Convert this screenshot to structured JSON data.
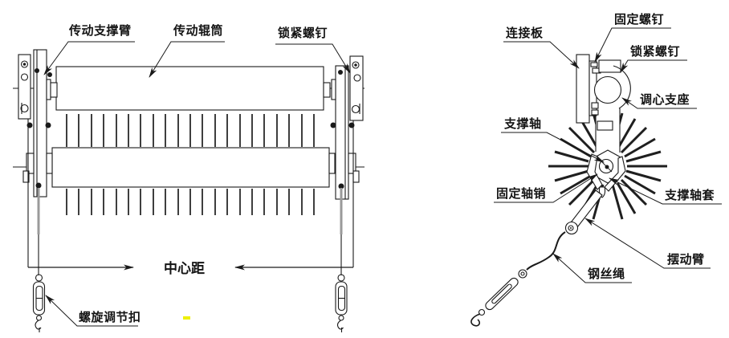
{
  "figure": {
    "type": "mechanical-assembly-diagram",
    "colors": {
      "line": "#1a1a1a",
      "background": "#ffffff",
      "bristle": "#2a2a2a",
      "rod_gray": "#9a9a9a",
      "artifact_yellow": "#eef000"
    }
  },
  "left_view": {
    "labels": {
      "drive_support_arm": "传动支撑臂",
      "drive_roller": "传动辊筒",
      "lock_screw": "锁紧螺钉",
      "center_distance": "中心距",
      "spiral_adjuster": "螺旋调节扣"
    }
  },
  "right_view": {
    "labels": {
      "connection_plate": "连接板",
      "fixing_screw": "固定螺钉",
      "lock_screw": "锁紧螺钉",
      "self_aligning_seat": "调心支座",
      "support_shaft": "支撑轴",
      "fixing_axle_pin": "固定轴销",
      "support_shaft_sleeve": "支撑轴套",
      "swing_arm": "摆动臂",
      "wire_rope": "钢丝绳"
    }
  }
}
